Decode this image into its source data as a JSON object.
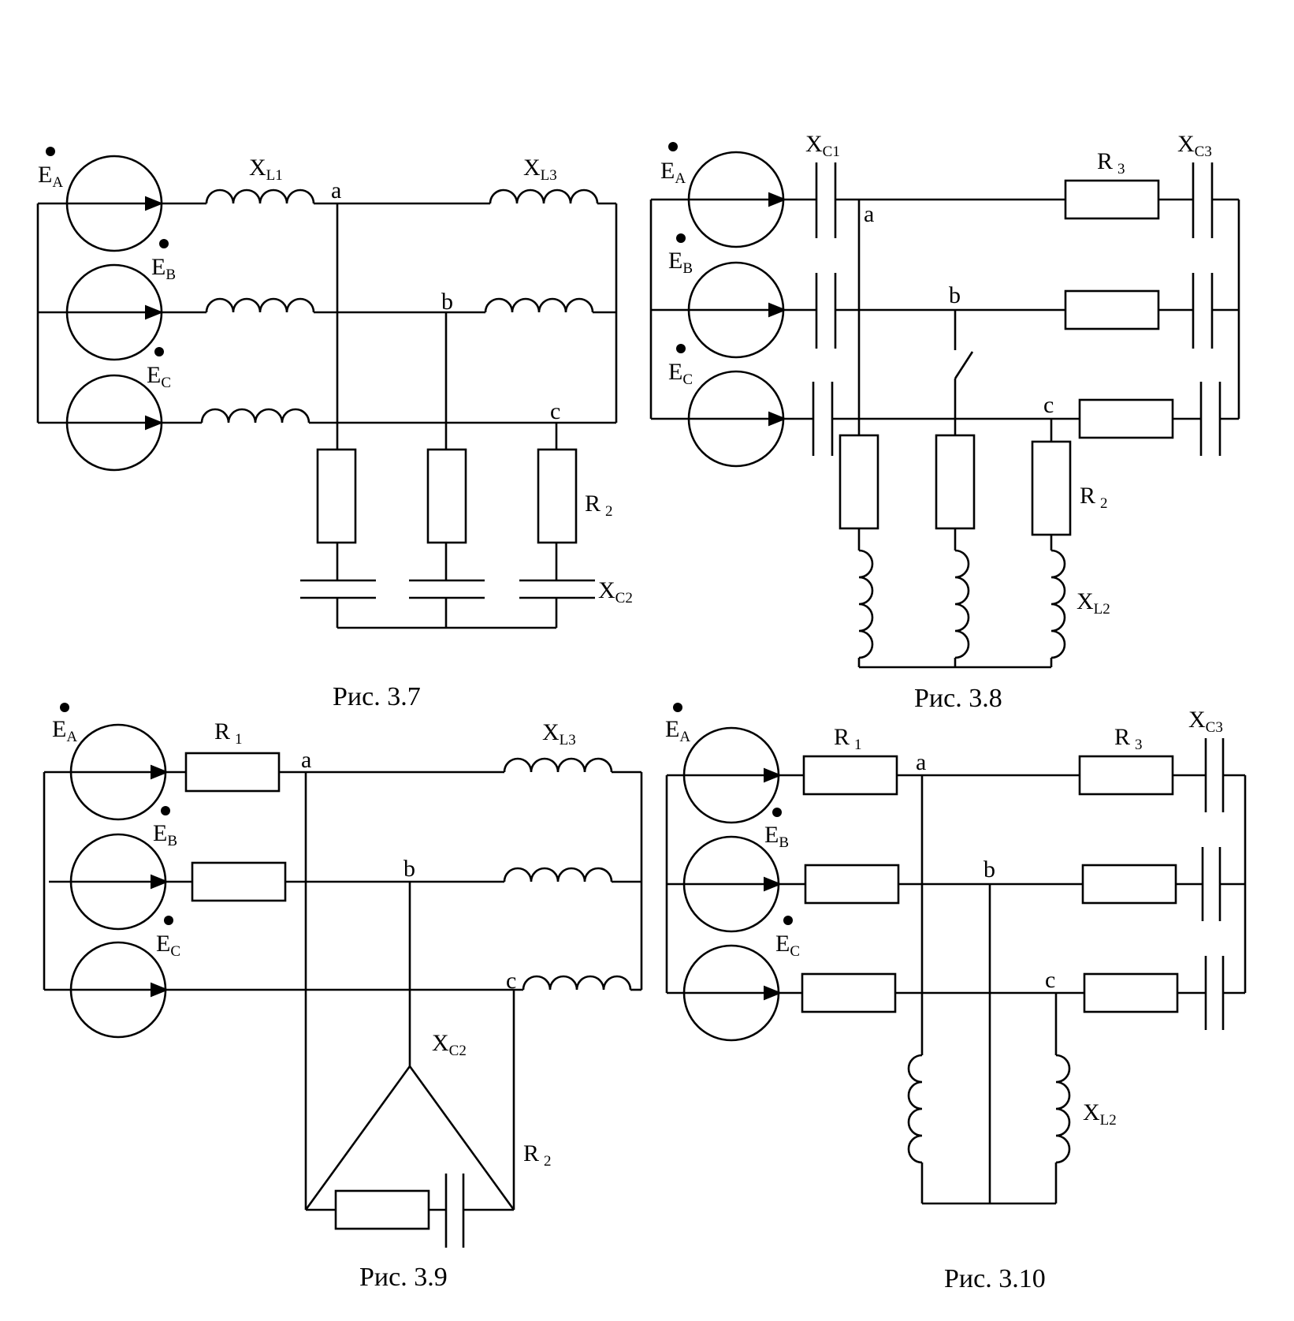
{
  "figures": [
    {
      "caption": "Рис. 3.7",
      "sources": [
        {
          "main": "E",
          "sub": "A"
        },
        {
          "main": "E",
          "sub": "B"
        },
        {
          "main": "E",
          "sub": "C"
        }
      ],
      "elements": [
        {
          "main": "X",
          "sub": "L1"
        },
        {
          "main": "X",
          "sub": "L3"
        },
        {
          "main": "R",
          "sub": "2"
        },
        {
          "main": "X",
          "sub": "C2"
        }
      ],
      "nodes": [
        "a",
        "b",
        "c"
      ]
    },
    {
      "caption": "Рис. 3.8",
      "sources": [
        {
          "main": "E",
          "sub": "A"
        },
        {
          "main": "E",
          "sub": "B"
        },
        {
          "main": "E",
          "sub": "C"
        }
      ],
      "elements": [
        {
          "main": "X",
          "sub": "C1"
        },
        {
          "main": "R",
          "sub": "3"
        },
        {
          "main": "X",
          "sub": "C3"
        },
        {
          "main": "R",
          "sub": "2"
        },
        {
          "main": "X",
          "sub": "L2"
        }
      ],
      "nodes": [
        "a",
        "b",
        "c"
      ]
    },
    {
      "caption": "Рис. 3.9",
      "sources": [
        {
          "main": "E",
          "sub": "A"
        },
        {
          "main": "E",
          "sub": "B"
        },
        {
          "main": "E",
          "sub": "C"
        }
      ],
      "elements": [
        {
          "main": "R",
          "sub": "1"
        },
        {
          "main": "X",
          "sub": "L3"
        },
        {
          "main": "X",
          "sub": "C2"
        },
        {
          "main": "R",
          "sub": "2"
        }
      ],
      "nodes": [
        "a",
        "b",
        "c"
      ]
    },
    {
      "caption": "Рис. 3.10",
      "sources": [
        {
          "main": "E",
          "sub": "A"
        },
        {
          "main": "E",
          "sub": "B"
        },
        {
          "main": "E",
          "sub": "C"
        }
      ],
      "elements": [
        {
          "main": "R",
          "sub": "1"
        },
        {
          "main": "R",
          "sub": "3"
        },
        {
          "main": "X",
          "sub": "C3"
        },
        {
          "main": "X",
          "sub": "L2"
        }
      ],
      "nodes": [
        "a",
        "b",
        "c"
      ]
    }
  ]
}
